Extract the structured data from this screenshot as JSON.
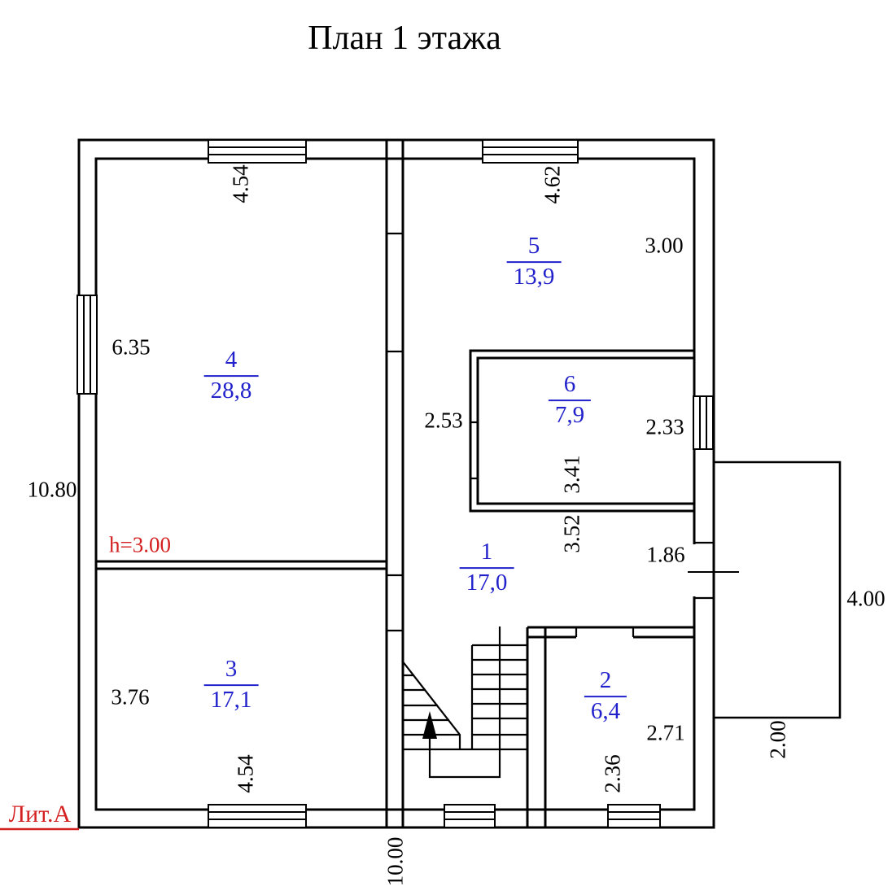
{
  "title": "План 1 этажа",
  "legend": {
    "height_note": "h=3.00",
    "building_letter": "Лит.А"
  },
  "rooms": {
    "r1": {
      "number": "1",
      "area": "17,0"
    },
    "r2": {
      "number": "2",
      "area": "6,4"
    },
    "r3": {
      "number": "3",
      "area": "17,1"
    },
    "r4": {
      "number": "4",
      "area": "28,8"
    },
    "r5": {
      "number": "5",
      "area": "13,9"
    },
    "r6": {
      "number": "6",
      "area": "7,9"
    }
  },
  "dimensions": {
    "room4_top": "4.54",
    "room5_top": "4.62",
    "room5_right": "3.00",
    "room4_left": "6.35",
    "room6_left": "2.53",
    "room6_right": "2.33",
    "room6_height": "3.41",
    "hall_height": "3.52",
    "left_total": "10.80",
    "hall_right": "1.86",
    "annex_height": "4.00",
    "room3_left": "3.76",
    "room3_bottom": "4.54",
    "room2_right": "2.71",
    "room2_bottom": "2.36",
    "annex_width": "2.00",
    "bottom_total": "10.00"
  },
  "colors": {
    "line": "#000000",
    "room_label": "#2222cc",
    "annotation_red": "#d42020"
  }
}
